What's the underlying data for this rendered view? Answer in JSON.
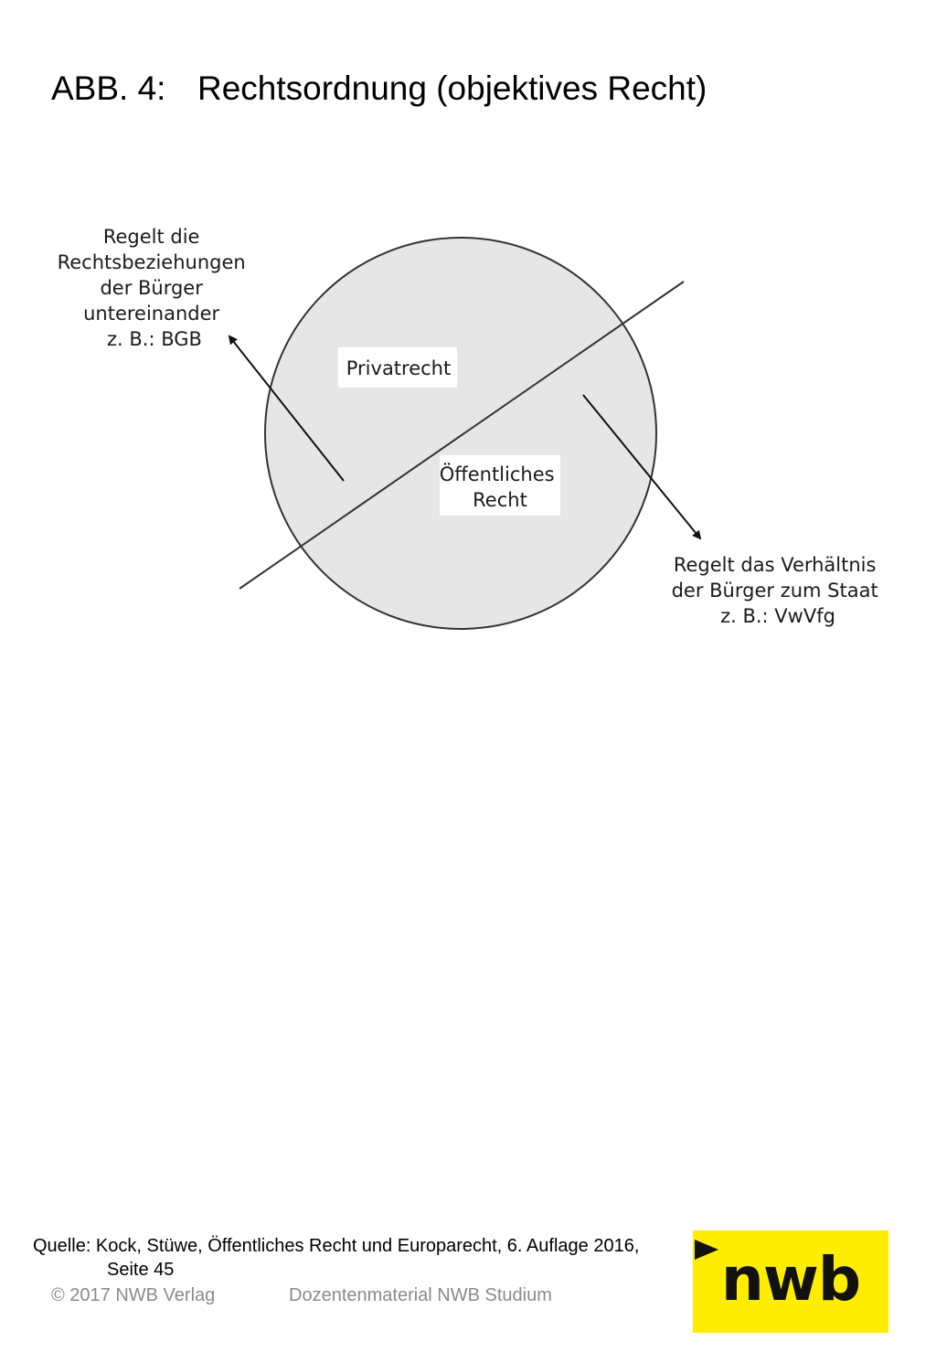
{
  "title": {
    "number": "ABB. 4:",
    "text": "Rechtsordnung (objektives Recht)"
  },
  "diagram": {
    "left_note": [
      "Regelt die",
      "Rechtsbeziehungen",
      "der Bürger",
      "untereinander",
      "z. B.: BGB"
    ],
    "right_note": [
      "Regelt das Verhältnis",
      "der Bürger zum Staat",
      "z. B.: VwVfg"
    ],
    "upper_region_label": "Privatrecht",
    "lower_region_label": [
      "Öffentliches",
      "Recht"
    ],
    "colors": {
      "circle_fill": "#e6e6e6",
      "stroke": "#333333",
      "label_box": "#ffffff"
    }
  },
  "source": {
    "line1": "Quelle: Kock, Stüwe, Öffentliches Recht und Europarecht, 6. Auflage 2016,",
    "line2": "Seite 45"
  },
  "footer": {
    "copyright": "© 2017 NWB Verlag",
    "material": "Dozentenmaterial NWB Studium"
  },
  "logo": {
    "text": "nwb",
    "color": "#ffed00"
  }
}
